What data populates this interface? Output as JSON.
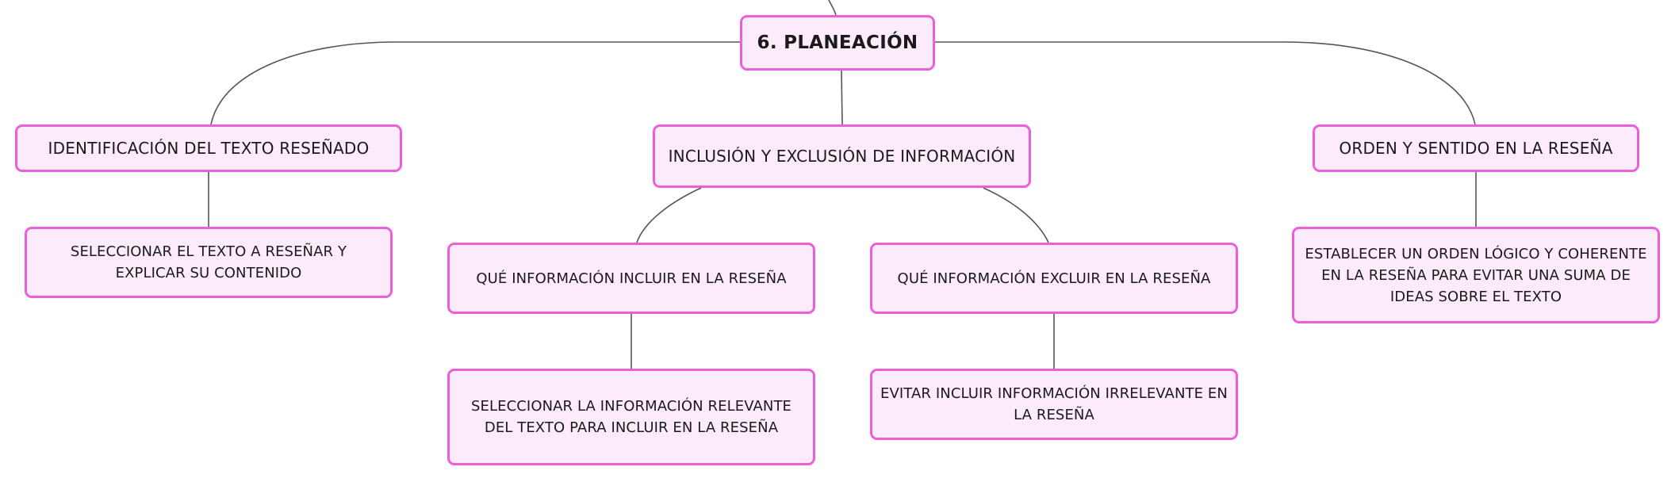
{
  "colors": {
    "node_border": "#ec5fd8",
    "node_fill": "#fcebfa",
    "connector": "#555555"
  },
  "root": {
    "label": "6. PLANEACIÓN"
  },
  "branches": [
    {
      "label": "IDENTIFICACIÓN DEL TEXTO RESEÑADO",
      "children": [
        "SELECCIONAR EL TEXTO A RESEÑAR Y EXPLICAR SU CONTENIDO"
      ]
    },
    {
      "label": "INCLUSIÓN Y EXCLUSIÓN DE INFORMACIÓN",
      "children": [
        {
          "label": "QUÉ INFORMACIÓN INCLUIR EN LA RESEÑA",
          "children": [
            "SELECCIONAR LA INFORMACIÓN RELEVANTE DEL TEXTO PARA INCLUIR EN LA RESEÑA"
          ]
        },
        {
          "label": "QUÉ INFORMACIÓN EXCLUIR EN LA RESEÑA",
          "children": [
            "EVITAR INCLUIR INFORMACIÓN IRRELEVANTE EN LA RESEÑA"
          ]
        }
      ]
    },
    {
      "label": "ORDEN Y SENTIDO EN LA RESEÑA",
      "children": [
        "ESTABLECER UN ORDEN LÓGICO Y COHERENTE EN LA RESEÑA PARA EVITAR UNA SUMA DE IDEAS SOBRE EL TEXTO"
      ]
    }
  ]
}
